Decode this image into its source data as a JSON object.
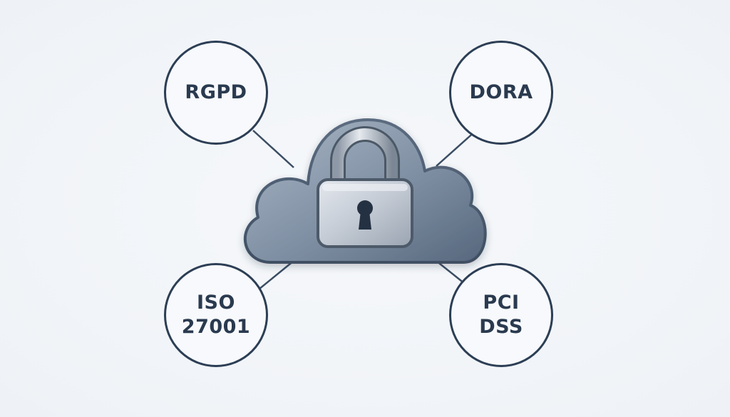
{
  "diagram": {
    "nodes": [
      {
        "id": "tl",
        "label": "RGPD"
      },
      {
        "id": "tr",
        "label": "DORA"
      },
      {
        "id": "bl",
        "label": "ISO\n27001"
      },
      {
        "id": "br",
        "label": "PCI\nDSS"
      }
    ],
    "center": {
      "cloud_icon": "cloud-icon",
      "lock_icon": "padlock-icon"
    },
    "colors": {
      "node_border": "#2c3e55",
      "node_text": "#2a3a4f",
      "connector": "#3b4d63",
      "cloud_fill": "#8a9bb0",
      "background": "#f1f4f8"
    }
  }
}
